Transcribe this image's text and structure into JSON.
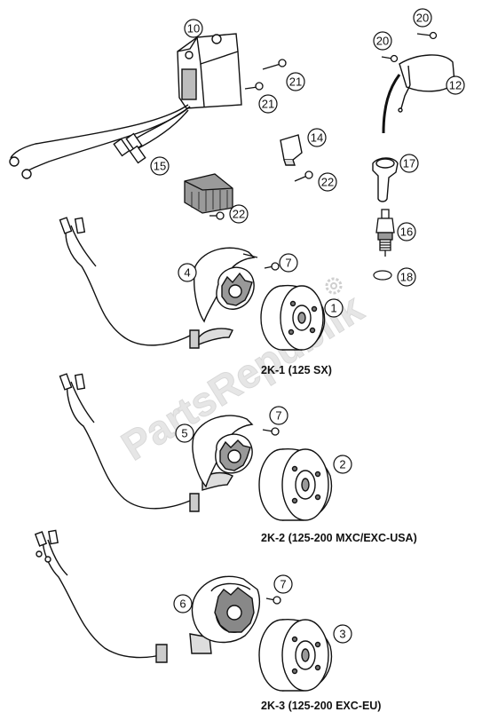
{
  "watermark": "PartsRepublik",
  "callouts": {
    "c10": "10",
    "c21a": "21",
    "c21b": "21",
    "c20a": "20",
    "c20b": "20",
    "c12": "12",
    "c14": "14",
    "c22a": "22",
    "c15": "15",
    "c22b": "22",
    "c17": "17",
    "c16": "16",
    "c18": "18",
    "c4": "4",
    "c7a": "7",
    "c1": "1",
    "c5": "5",
    "c7b": "7",
    "c2": "2",
    "c6": "6",
    "c7c": "7",
    "c3": "3"
  },
  "variants": {
    "v1": "2K-1  (125 SX)",
    "v2": "2K-2  (125-200 MXC/EXC-USA)",
    "v3": "2K-3  (125-200 EXC-EU)"
  },
  "colors": {
    "line": "#111111",
    "shade": "#9a9a9a",
    "watermark": "#e3e3e3"
  }
}
